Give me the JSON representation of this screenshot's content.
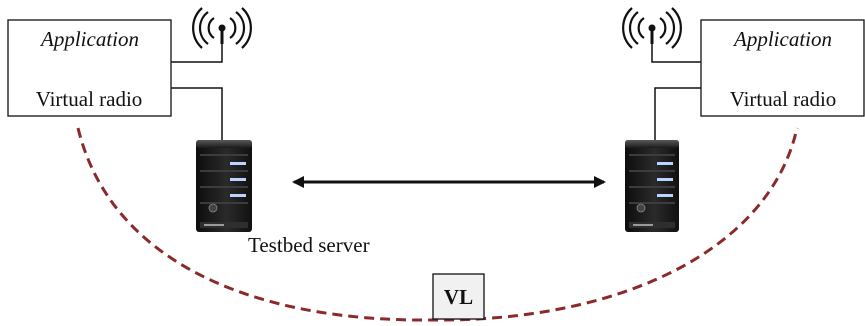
{
  "left_node": {
    "application_label": "Application",
    "virtual_radio_label": "Virtual radio"
  },
  "right_node": {
    "application_label": "Application",
    "virtual_radio_label": "Virtual radio"
  },
  "server_label": "Testbed server",
  "vl_label": "VL",
  "colors": {
    "dashed_ellipse": "#8b2a2a",
    "box_border": "#111111",
    "vl_box_fill": "#f1f1f1",
    "server_body": "#1e1e1e",
    "server_accent": "#b8d4ff"
  },
  "icons": [
    "antenna-icon",
    "server-icon",
    "double-arrow"
  ]
}
